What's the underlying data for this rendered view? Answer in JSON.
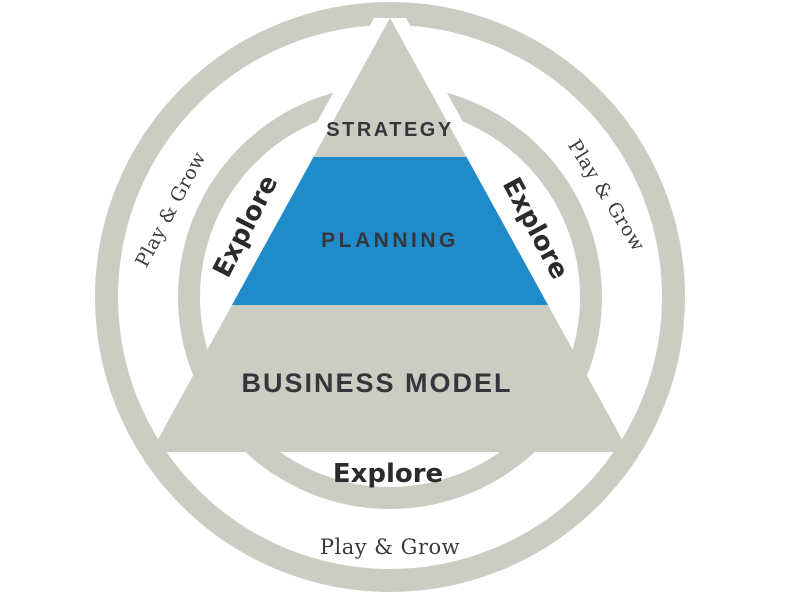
{
  "colors": {
    "background": "#ffffff",
    "shape_gray": "#cbccc2",
    "planning_blue": "#1f8bc9",
    "heading_text": "#35363b",
    "explore_text": "#2b2b2b",
    "playgrow_text": "#3a3a3a"
  },
  "pyramid": {
    "levels": [
      {
        "label": "STRATEGY"
      },
      {
        "label": "PLANNING"
      },
      {
        "label": "BUSINESS MODEL"
      }
    ]
  },
  "ring_labels": {
    "explore_left": "Explore",
    "explore_right": "Explore",
    "explore_bottom": "Explore",
    "play_grow_left": "Play & Grow",
    "play_grow_right": "Play & Grow",
    "play_grow_bottom": "Play & Grow"
  }
}
